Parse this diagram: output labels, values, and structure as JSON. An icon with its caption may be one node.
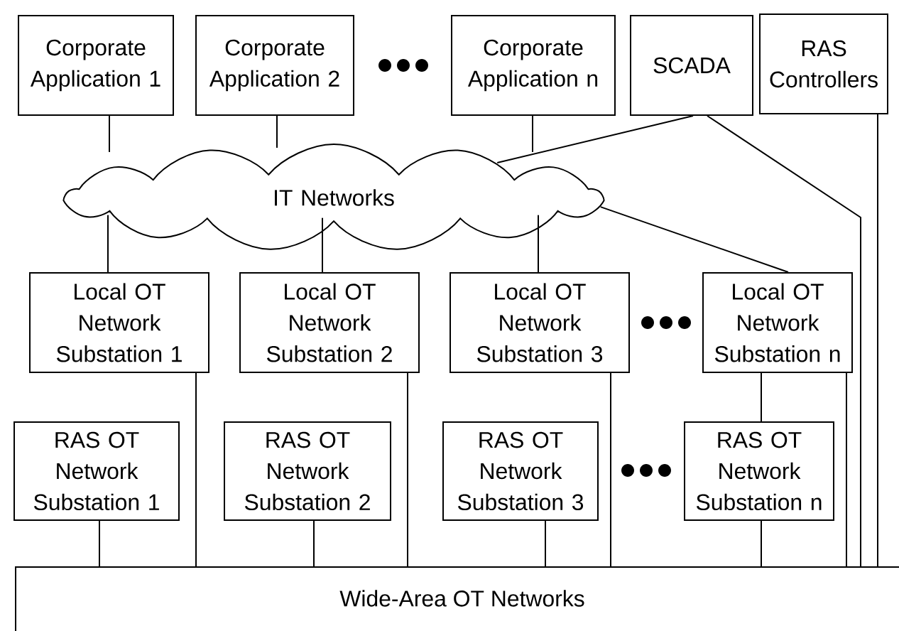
{
  "diagram": {
    "nodes": [
      {
        "text": [
          "Corporate Application 1"
        ]
      },
      {
        "text": [
          "Corporate Application 2"
        ]
      },
      {
        "text": [
          "Corporate Application n"
        ]
      },
      {
        "text": [
          "SCADA"
        ]
      },
      {
        "text": [
          "RAS Controllers"
        ]
      },
      {
        "text": [
          "IT Networks"
        ]
      },
      {
        "text": [
          "Local OT Network Substation 1"
        ]
      },
      {
        "text": [
          "Local OT Network Substation 2"
        ]
      },
      {
        "text": [
          "Local OT Network Substation 3"
        ]
      },
      {
        "text": [
          "Local OT Network Substation n"
        ]
      },
      {
        "text": [
          "RAS OT Network Substation 1"
        ]
      },
      {
        "text": [
          "RAS OT Network Substation 2"
        ]
      },
      {
        "text": [
          "RAS OT Network Substation 3"
        ]
      },
      {
        "text": [
          "RAS OT Network Substation n"
        ]
      },
      {
        "text": [
          "Wide-Area OT Networks"
        ]
      }
    ],
    "edges": [
      {
        "from": 0,
        "to": 5,
        "arrow": "none"
      },
      {
        "from": 1,
        "to": 5,
        "arrow": "none"
      },
      {
        "from": 2,
        "to": 5,
        "arrow": "none"
      },
      {
        "from": 3,
        "to": 5,
        "arrow": "none"
      },
      {
        "from": 3,
        "to": 14,
        "arrow": "none"
      },
      {
        "from": 4,
        "to": 14,
        "arrow": "none"
      },
      {
        "from": 5,
        "to": 6,
        "arrow": "none"
      },
      {
        "from": 5,
        "to": 7,
        "arrow": "none"
      },
      {
        "from": 5,
        "to": 8,
        "arrow": "none"
      },
      {
        "from": 5,
        "to": 9,
        "arrow": "none"
      },
      {
        "from": 6,
        "to": 14,
        "arrow": "none"
      },
      {
        "from": 7,
        "to": 14,
        "arrow": "none"
      },
      {
        "from": 8,
        "to": 14,
        "arrow": "none"
      },
      {
        "from": 9,
        "to": 14,
        "arrow": "none"
      },
      {
        "from": 9,
        "to": 13,
        "arrow": "none"
      },
      {
        "from": 10,
        "to": 14,
        "arrow": "none"
      },
      {
        "from": 11,
        "to": 14,
        "arrow": "none"
      },
      {
        "from": 12,
        "to": 14,
        "arrow": "none"
      },
      {
        "from": 13,
        "to": 14,
        "arrow": "none"
      }
    ]
  }
}
